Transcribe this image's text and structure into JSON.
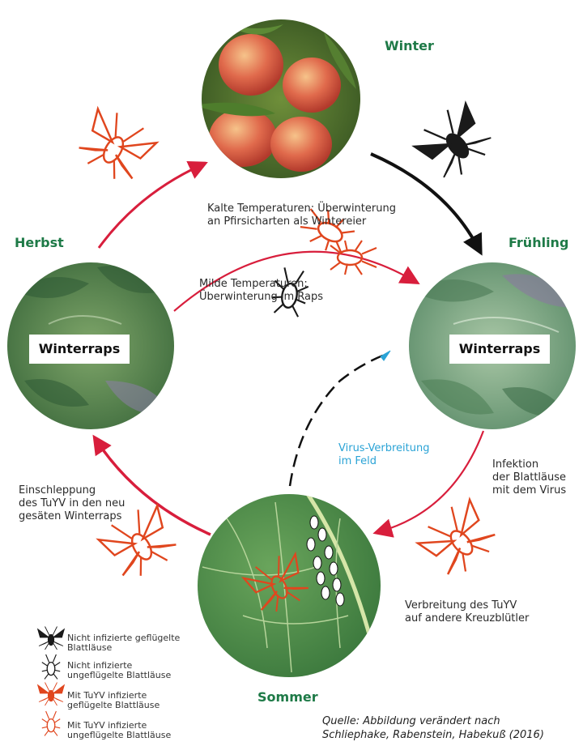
{
  "seasons": {
    "winter": "Winter",
    "spring": "Frühling",
    "summer": "Sommer",
    "autumn": "Herbst"
  },
  "labels": {
    "cold": [
      "Kalte Temperaturen: Überwinterung",
      "an Pfirsicharten als Wintereier"
    ],
    "mild": [
      "Milde Temperaturen:",
      "Überwinterung im Raps"
    ],
    "virus_spread": [
      "Virus-Verbreitung",
      "im Feld"
    ],
    "infection": [
      "Infektion",
      "der Blattläuse",
      "mit dem Virus"
    ],
    "spread_crucifers": [
      "Verbreitung des TuYV",
      "auf andere Kreuzblütler"
    ],
    "introduction": [
      "Einschleppung",
      "des TuYV in den neu",
      "gesäten Winterraps"
    ],
    "winterraps_left": "Winterraps",
    "winterraps_right": "Winterraps"
  },
  "legend": [
    {
      "line1": "Nicht infizierte geflügelte",
      "line2": "Blattläuse",
      "color": "#1a1a1a",
      "winged": true
    },
    {
      "line1": "Nicht infizierte",
      "line2": "ungeflügelte Blattläuse",
      "color": "#1a1a1a",
      "winged": false
    },
    {
      "line1": "Mit TuYV infizierte",
      "line2": "geflügelte Blattläuse",
      "color": "#e0461e",
      "winged": true
    },
    {
      "line1": "Mit TuYV infizierte",
      "line2": "ungeflügelte Blattläuse",
      "color": "#e0461e",
      "winged": false
    }
  ],
  "source": [
    "Quelle: Abbildung verändert nach",
    "Schliephake, Rabenstein, Habekuß (2016)"
  ],
  "colors": {
    "season_green": "#1e7a47",
    "arrow_red": "#d81e3c",
    "arrow_black": "#111111",
    "infected": "#e0461e",
    "virus_blue": "#2aa3d6"
  }
}
